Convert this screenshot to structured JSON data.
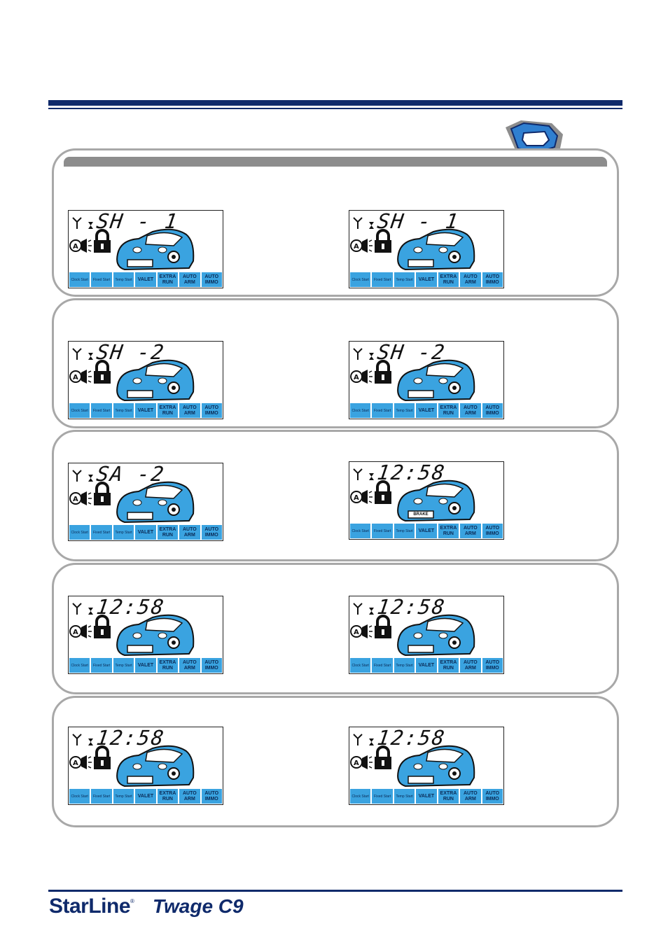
{
  "brand": {
    "name": "StarLine",
    "reg": "®",
    "model": "Twage C9"
  },
  "buttons": [
    {
      "lines": [
        "Clock Start"
      ],
      "small": true
    },
    {
      "lines": [
        "Fixed Start"
      ],
      "small": true
    },
    {
      "lines": [
        "Temp Start"
      ],
      "small": true
    },
    {
      "lines": [
        "VALET"
      ],
      "small": false
    },
    {
      "lines": [
        "EXTRA",
        "RUN"
      ],
      "small": false
    },
    {
      "lines": [
        "AUTO",
        "ARM"
      ],
      "small": false
    },
    {
      "lines": [
        "AUTO",
        "IMMO"
      ],
      "small": false
    }
  ],
  "screens": [
    {
      "id": "s1",
      "text": "SH - 1"
    },
    {
      "id": "s2",
      "text": "SH - 1"
    },
    {
      "id": "s3",
      "text": "SH -2"
    },
    {
      "id": "s4",
      "text": "SH -2"
    },
    {
      "id": "s5",
      "text": "SA -2"
    },
    {
      "id": "s6",
      "text": "12:58",
      "plate": "BRAKE"
    },
    {
      "id": "s7",
      "text": "12:58"
    },
    {
      "id": "s8",
      "text": "12:58"
    },
    {
      "id": "s9",
      "text": "12:58"
    },
    {
      "id": "s10",
      "text": "12:58"
    }
  ],
  "colors": {
    "accent": "#3aa3e0",
    "navy": "#0f2a6b",
    "panel_border": "#a8a8a8"
  }
}
